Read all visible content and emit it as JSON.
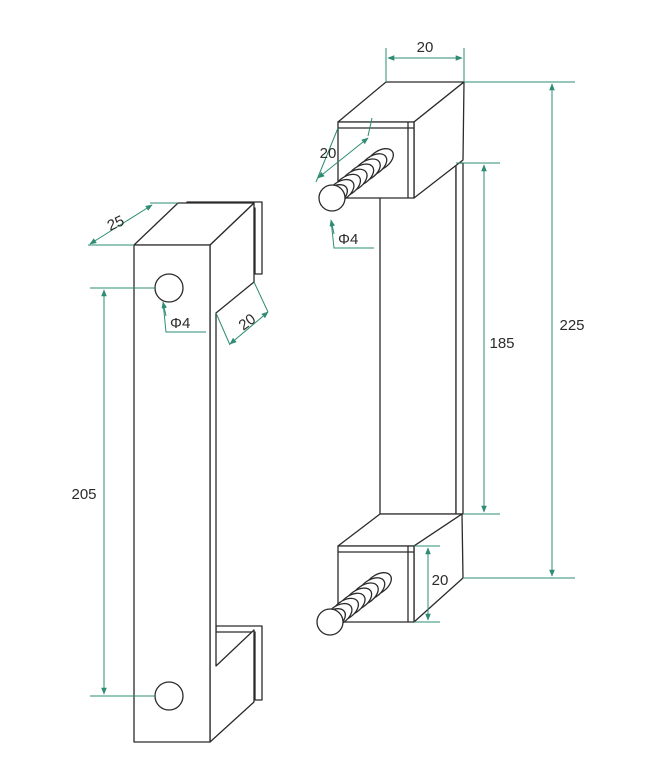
{
  "colors": {
    "line": "#2b2b2b",
    "dimension": "#2e8b74",
    "background": "#ffffff"
  },
  "left_handle": {
    "depth": "25",
    "hole_diameter": "Φ4",
    "flange": "20",
    "hole_spacing": "205"
  },
  "right_handle": {
    "width": "20",
    "post_width": "20",
    "thread_diameter": "Φ4",
    "inner_length": "185",
    "overall_length": "225",
    "post_height": "20"
  }
}
